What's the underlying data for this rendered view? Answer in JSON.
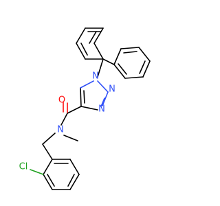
{
  "colors": {
    "carbon": "#000000",
    "nitrogen": "#3050f8",
    "oxygen": "#ff0d0d",
    "chlorine": "#1fa01f",
    "background": "#ffffff"
  },
  "atom_labels": {
    "oxygen": "O",
    "nitrogen_amide": "N",
    "nitrogen_1": "N",
    "nitrogen_2": "N",
    "nitrogen_3": "N",
    "chlorine": "Cl"
  }
}
